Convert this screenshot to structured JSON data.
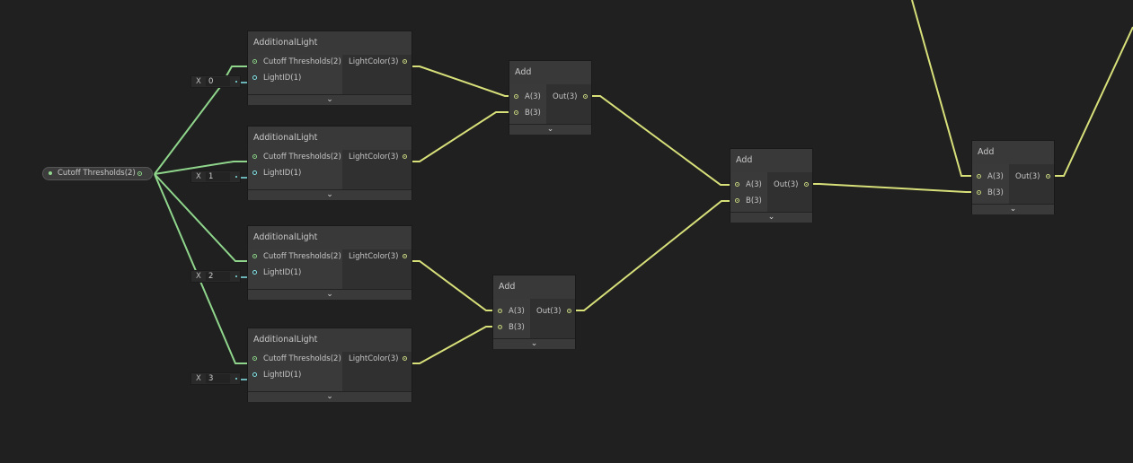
{
  "graph": {
    "background": "#202020",
    "wire_color_vector3": "#d8e07a",
    "wire_color_vector2": "#8fd68c",
    "wire_color_float": "#84e4e7"
  },
  "property": {
    "label": "Cutoff Thresholds(2)"
  },
  "light_nodes": [
    {
      "title": "AdditionalLight",
      "in1": "Cutoff Thresholds(2)",
      "in2": "LightID(1)",
      "out": "LightColor(3)",
      "x_label": "X",
      "x_value": "0",
      "collapse": "⌄"
    },
    {
      "title": "AdditionalLight",
      "in1": "Cutoff Thresholds(2)",
      "in2": "LightID(1)",
      "out": "LightColor(3)",
      "x_label": "X",
      "x_value": "1",
      "collapse": "⌄"
    },
    {
      "title": "AdditionalLight",
      "in1": "Cutoff Thresholds(2)",
      "in2": "LightID(1)",
      "out": "LightColor(3)",
      "x_label": "X",
      "x_value": "2",
      "collapse": "⌄"
    },
    {
      "title": "AdditionalLight",
      "in1": "Cutoff Thresholds(2)",
      "in2": "LightID(1)",
      "out": "LightColor(3)",
      "x_label": "X",
      "x_value": "3",
      "collapse": "⌄"
    }
  ],
  "add_nodes": [
    {
      "title": "Add",
      "in_a": "A(3)",
      "in_b": "B(3)",
      "out": "Out(3)",
      "collapse": "⌄"
    },
    {
      "title": "Add",
      "in_a": "A(3)",
      "in_b": "B(3)",
      "out": "Out(3)",
      "collapse": "⌄"
    },
    {
      "title": "Add",
      "in_a": "A(3)",
      "in_b": "B(3)",
      "out": "Out(3)",
      "collapse": "⌄"
    },
    {
      "title": "Add",
      "in_a": "A(3)",
      "in_b": "B(3)",
      "out": "Out(3)",
      "collapse": "⌄"
    }
  ]
}
